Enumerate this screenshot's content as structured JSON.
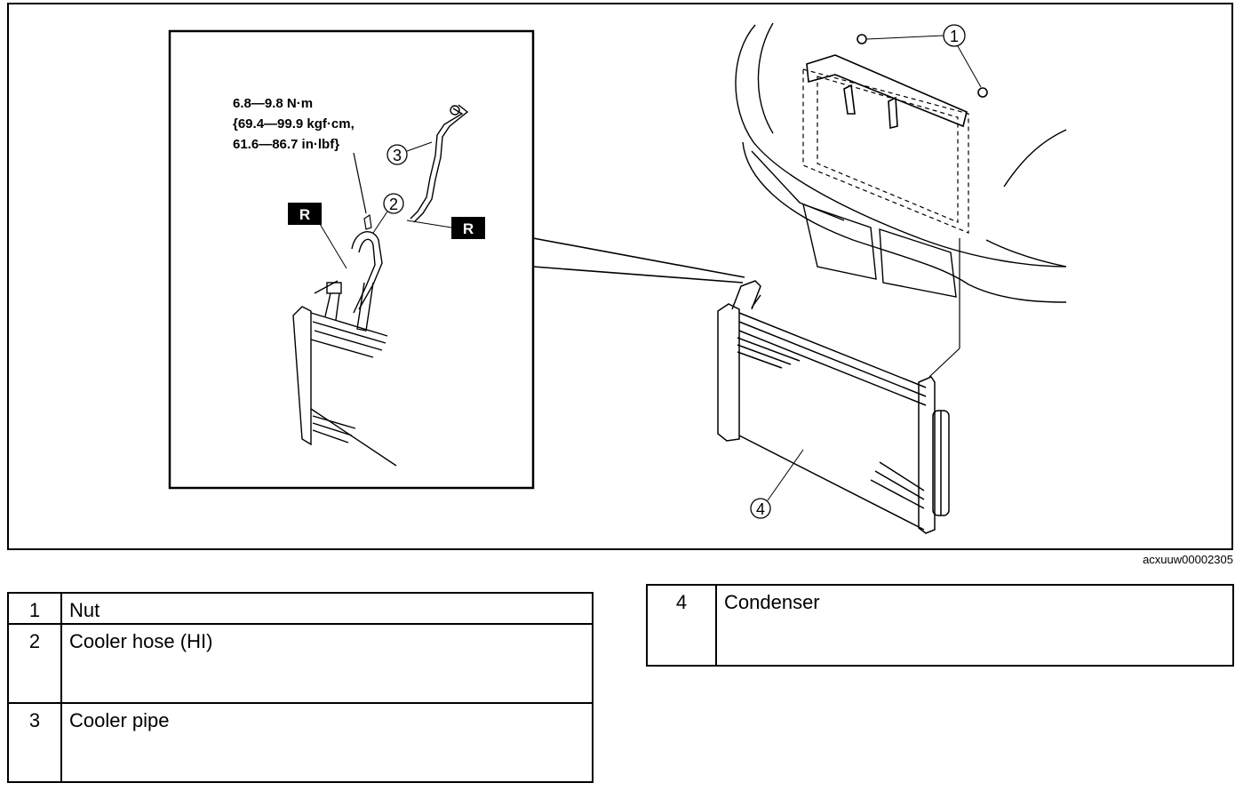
{
  "figure": {
    "torque_spec": {
      "line1": "6.8—9.8 N·m",
      "line2": "{69.4—99.9 kgf·cm,",
      "line3": "61.6—86.7 in·lbf}"
    },
    "replace_marker": "R",
    "callouts": [
      "1",
      "2",
      "3",
      "4"
    ],
    "figure_code": "acxuuw00002305"
  },
  "legend": {
    "left": [
      {
        "num": "1",
        "label": "Nut"
      },
      {
        "num": "2",
        "label": "Cooler hose (HI)"
      },
      {
        "num": "3",
        "label": "Cooler pipe"
      }
    ],
    "right": [
      {
        "num": "4",
        "label": "Condenser"
      }
    ]
  }
}
